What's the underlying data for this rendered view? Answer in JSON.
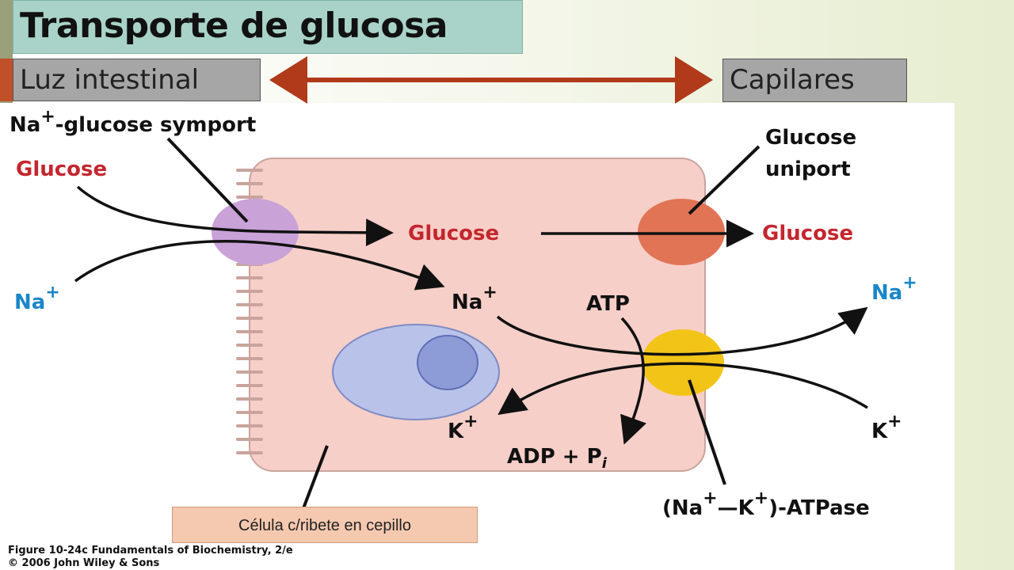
{
  "title": "Transporte de glucosa",
  "left_box": "Luz intestinal",
  "right_box": "Capilares",
  "bottom_box": "Célula c/ribete en cepillo",
  "diagram": {
    "symport_label": "Na",
    "symport_suffix": "-glucose symport",
    "glucose_in": "Glucose",
    "na_in": "Na",
    "glucose_mid": "Glucose",
    "glucose_out": "Glucose",
    "uniport_line1": "Glucose",
    "uniport_line2": "uniport",
    "na_mid": "Na",
    "atp": "ATP",
    "na_out": "Na",
    "k_mid": "K",
    "adp": "ADP + P",
    "adp_sub": "i",
    "k_out": "K",
    "pump": "(Na",
    "pump_mid": "—K",
    "pump_end": ")-ATPase",
    "plus": "+",
    "caption1": "Figure 10-24c  Fundamentals of Biochemistry, 2/e",
    "caption2": "© 2006 John Wiley & Sons"
  },
  "colors": {
    "title_bg": "#a9d3c8",
    "box_gray": "#a6a6a6",
    "arrow_red": "#b03a1a",
    "glucose_red": "#c4262e",
    "na_blue": "#1a86c8",
    "symporter_purple": "#c9a2d8",
    "uniporter_orange": "#e07455",
    "pump_yellow": "#f3c418",
    "cell_pink": "#f6cfc8"
  }
}
